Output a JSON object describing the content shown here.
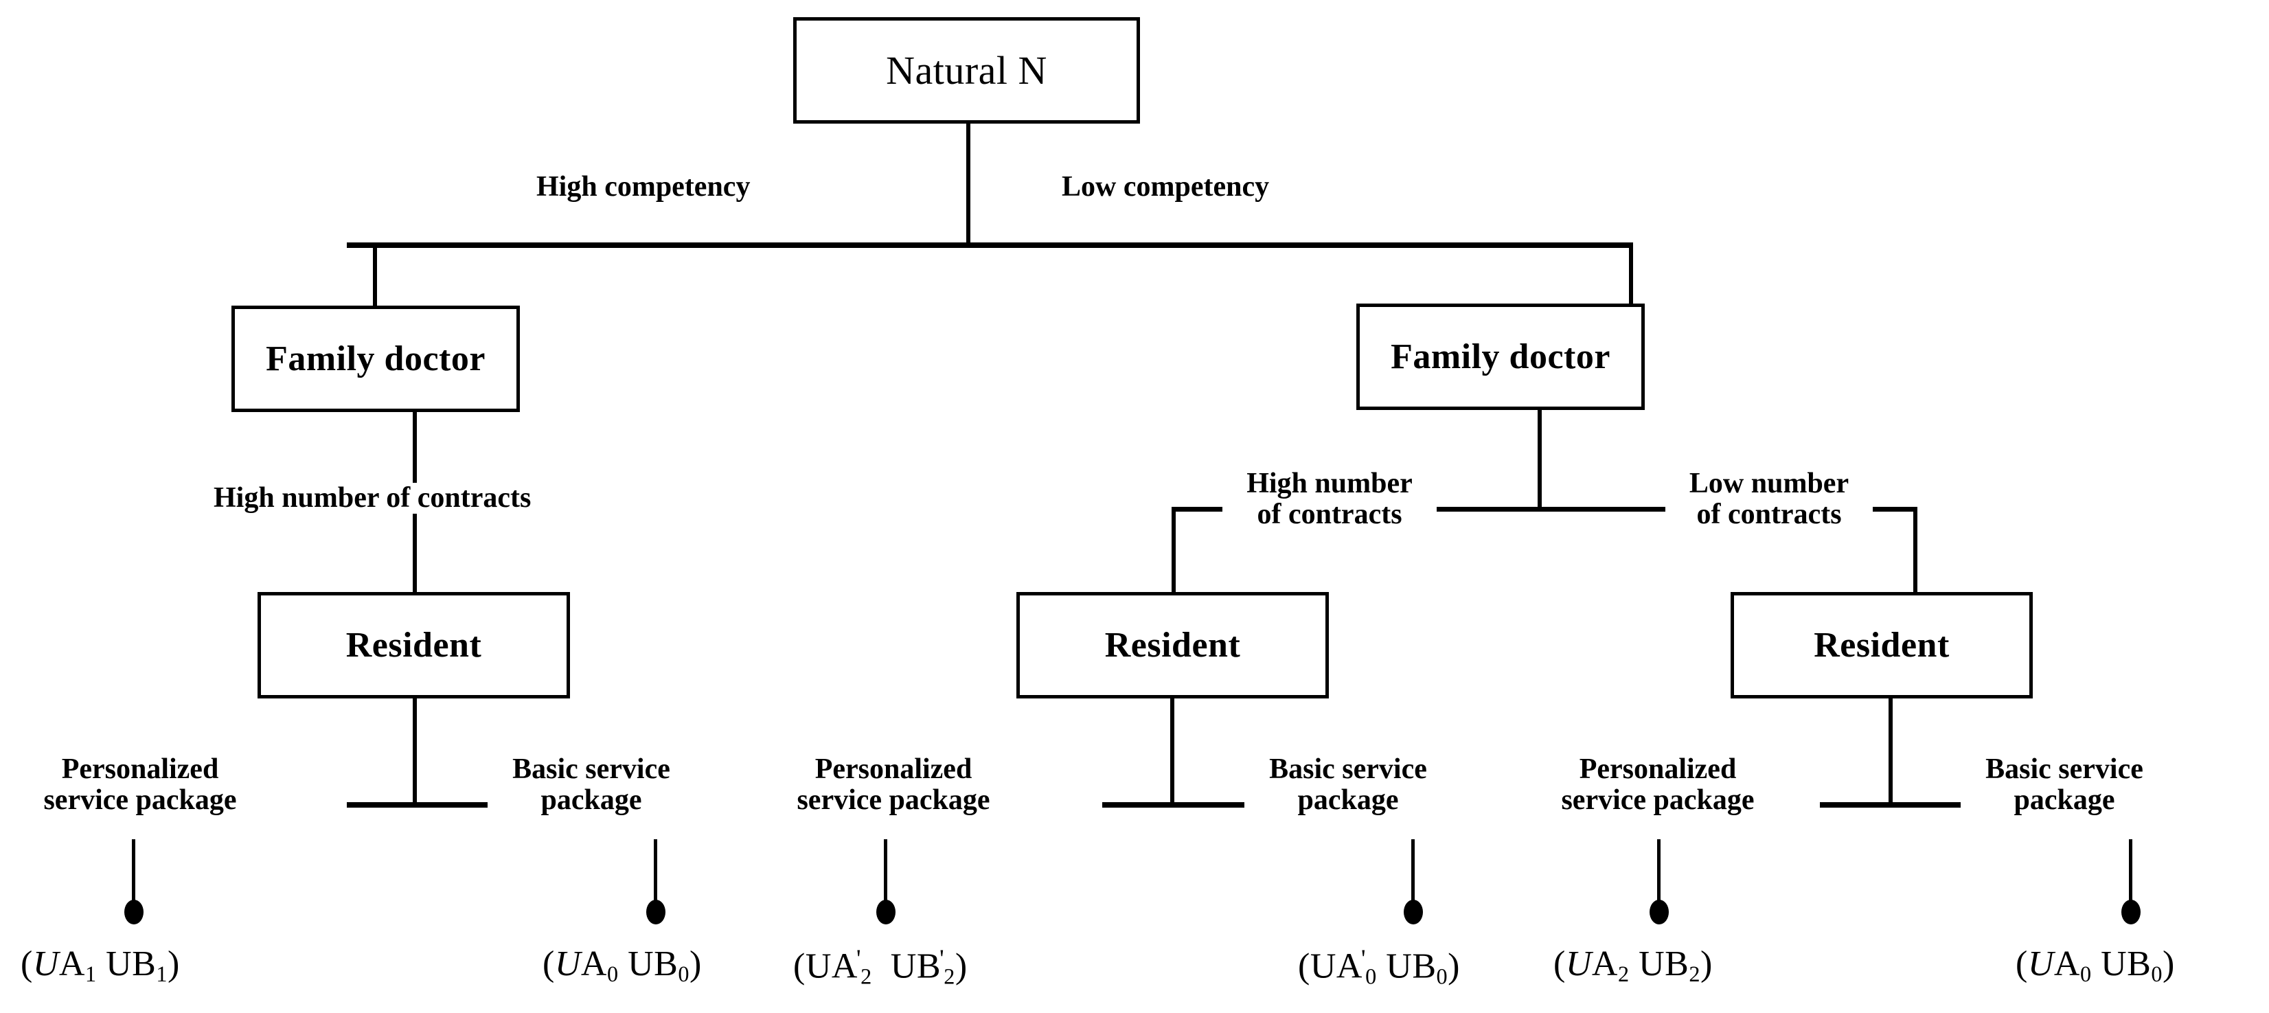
{
  "diagram": {
    "title_node": "Natural N",
    "nodes": {
      "root": "Natural N",
      "family_doctor_left": "Family doctor",
      "family_doctor_right": "Family doctor",
      "resident_1": "Resident",
      "resident_2": "Resident",
      "resident_3": "Resident"
    },
    "branch_labels": {
      "high_competency": "High competency",
      "low_competency": "Low competency",
      "high_contracts_left": "High number of contracts",
      "high_contracts_right_l1": "High number",
      "high_contracts_right_l2": "of contracts",
      "low_contracts_right_l1": "Low number",
      "low_contracts_right_l2": "of contracts",
      "personalized_l1": "Personalized",
      "personalized_l2": "service package",
      "basic_l1": "Basic service",
      "basic_l2": "package"
    },
    "payoffs": [
      {
        "id": "p1",
        "open": "(",
        "a_var": "U",
        "a_name": "A",
        "a_prime": "",
        "a_sub": "1",
        "b_var": "U",
        "b_name": "B",
        "b_prime": "",
        "b_sub": "1",
        "close": ")",
        "a_italic": true,
        "text": "(UA1 UB1)"
      },
      {
        "id": "p2",
        "open": "(",
        "a_var": "U",
        "a_name": "A",
        "a_prime": "",
        "a_sub": "0",
        "b_var": "U",
        "b_name": "B",
        "b_prime": "",
        "b_sub": "0",
        "close": ")",
        "a_italic": true,
        "text": "(UA0 UB0)"
      },
      {
        "id": "p3",
        "open": "(",
        "a_var": "U",
        "a_name": "A",
        "a_prime": "'",
        "a_sub": "2",
        "b_var": "U",
        "b_name": "B",
        "b_prime": "'",
        "b_sub": "2",
        "close": ")",
        "a_italic": false,
        "text": "(UA'2 UB'2)"
      },
      {
        "id": "p4",
        "open": "(",
        "a_var": "U",
        "a_name": "A",
        "a_prime": "'",
        "a_sub": "0",
        "b_var": "U",
        "b_name": "B",
        "b_prime": "",
        "b_sub": "0",
        "close": ")",
        "a_italic": false,
        "text": "(UA'0 UB0)"
      },
      {
        "id": "p5",
        "open": "(",
        "a_var": "U",
        "a_name": "A",
        "a_prime": "",
        "a_sub": "2",
        "b_var": "U",
        "b_name": "B",
        "b_prime": "",
        "b_sub": "2",
        "close": ")",
        "a_italic": true,
        "text": "(UA2 UB2)"
      },
      {
        "id": "p6",
        "open": "(",
        "a_var": "U",
        "a_name": "A",
        "a_prime": "",
        "a_sub": "0",
        "b_var": "U",
        "b_name": "B",
        "b_prime": "",
        "b_sub": "0",
        "close": ")",
        "a_italic": true,
        "text": "(UA0 UB0)"
      }
    ],
    "colors": {
      "line": "#000000",
      "background": "#ffffff",
      "text": "#000000"
    }
  }
}
